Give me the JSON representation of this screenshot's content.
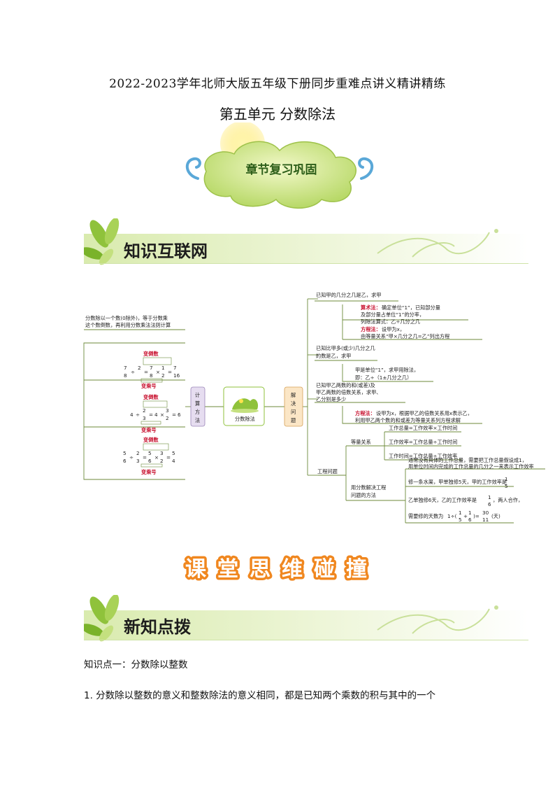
{
  "doc": {
    "title": "2022-2023学年北师大版五年级下册同步重难点讲义精讲精练",
    "unit_title": "第五单元  分数除法",
    "review_badge": "章节复习巩固",
    "banner1": "知识互联网",
    "banner2": "新知点拨",
    "clash_chars": [
      "课",
      "堂",
      "思",
      "维",
      "碰",
      "撞"
    ],
    "knowledge_point_label": "知识点一：分数除以整数",
    "item1": "1. 分数除以整数的意义和整数除法的意义相同，都是已知两个乘数的积与其中的一个"
  },
  "mindmap": {
    "center": "分数除法",
    "left_node": [
      "计",
      "算",
      "方",
      "法"
    ],
    "right_node": [
      "解",
      "决",
      "问",
      "题"
    ],
    "rule_line1": "分数除以一个数(0除外)，等于分数乘",
    "rule_line2": "这个数倒数，再利用分数乘法法则计算",
    "change_divisor": "变倒数",
    "change_multiply": "变乘号",
    "eq1": {
      "a_n": "7",
      "a_d": "8",
      "b_n": "2",
      "b_d": "",
      "c_n": "7",
      "c_d": "8",
      "d_n": "1",
      "d_d": "2",
      "r_n": "7",
      "r_d": "16"
    },
    "eq2": {
      "a": "4",
      "b_n": "2",
      "b_d": "3",
      "c": "4",
      "d_n": "3",
      "d_d": "2",
      "r": "6"
    },
    "eq3": {
      "a_n": "5",
      "a_d": "6",
      "b_n": "2",
      "b_d": "3",
      "c_n": "5",
      "c_d": "6",
      "d_n": "3",
      "d_d": "2",
      "r_n": "5",
      "r_d": "4"
    },
    "p1_title": "已知甲的几分之几是乙，求甲",
    "p1_arith_label": "算术法：",
    "p1_arith_1": "确定单位“1”，已知部分量",
    "p1_arith_2": "及部分量占单位“1”的分率，",
    "p1_arith_3": "列除法算式：乙÷几分之几",
    "p1_eq_label": "方程法：",
    "p1_eq_1": "设甲为x，",
    "p1_eq_2": "由等量关系“甲×几分之几=乙”列出方程",
    "p2_title_1": "已知比甲多(或少)几分之几",
    "p2_title_2": "的数是乙，求甲",
    "p2_1": "甲是单位“1”，求甲用除法，",
    "p2_2": "即：乙÷（1±几分之几）",
    "p3_title_1": "已知甲乙两数的和(或差)及",
    "p3_title_2": "甲乙两数的倍数关系，求甲、",
    "p3_title_3": "乙分别是多少",
    "p3_label": "方程法：",
    "p3_1": "设甲为x，根据甲乙的倍数关系用x表示乙，",
    "p3_2": "利用甲乙两个数的和或差为等量关系列方程求解",
    "work_problem": "工程问题",
    "equal_relation": "等量关系",
    "rel_1": "工作总量=工作效率×工作时间",
    "rel_2": "工作效率=工作总量÷工作时间",
    "rel_3": "工作时间=工作总量÷工作效率",
    "method_1": "用分数解决工程",
    "method_2": "问题的方法",
    "m_1": "通常没有具体的工作总量，需要把工作总量假设成1，",
    "m_2": "用单位时间内完成的工作总量的几分之一来表示工作效率",
    "ex_1": "修一条水渠，甲单独修5天，甲的工作效率是",
    "ex_1_n": "1",
    "ex_1_d": "5",
    "ex_2": "乙单独修6天，乙的工作效率是",
    "ex_2_n": "1",
    "ex_2_d": "6",
    "ex_2_tail": "，两人合作，",
    "ex_3": "需要修的天数为",
    "ex_3_formula": "1÷(",
    "ex_3_a_n": "1",
    "ex_3_a_d": "5",
    "ex_3_plus": "+",
    "ex_3_b_n": "1",
    "ex_3_b_d": "6",
    "ex_3_close": ")=",
    "ex_3_r_n": "30",
    "ex_3_r_d": "11",
    "ex_3_unit": "(天)"
  },
  "colors": {
    "leaf_green": "#8fc23b",
    "badge_green": "#c6e07a",
    "sun_yellow": "#ffe34d",
    "clash_orange": "#f0871f",
    "line_green": "#6c8a3a"
  }
}
